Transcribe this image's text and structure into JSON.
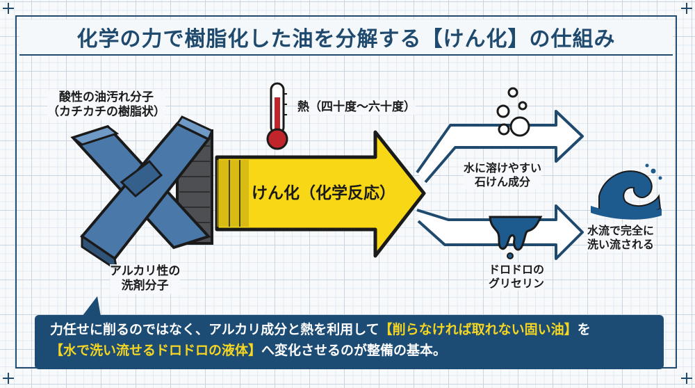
{
  "title": "化学の力で樹脂化した油を分解する【けん化】の仕組み",
  "labels": {
    "acidic_oil": [
      "酸性の油汚れ分子",
      "（カチカチの樹脂状）"
    ],
    "heat": "熱（四十度〜六十度）",
    "reaction": "けん化（化学反応）",
    "soap": [
      "水に溶けやすい",
      "石けん成分"
    ],
    "glycerin": [
      "ドロドロの",
      "グリセリン"
    ],
    "rinse": [
      "水流で完全に",
      "洗い流される"
    ],
    "alkali": [
      "アルカリ性の",
      "洗剤分子"
    ]
  },
  "summary": {
    "line1": {
      "part1": "力任せに削るのではなく、アルカリ成分と熱を利用して",
      "highlight": "【削らなければ取れない固い油】",
      "part2": "を"
    },
    "line2": {
      "highlight": "【水で洗い流せるドロドロの液体】",
      "part1": "へ変化させるのが整備の基本。"
    }
  },
  "colors": {
    "navy": "#1f4a6e",
    "arrow_yellow": "#f7d716",
    "molecule_blue": "#4a78a8",
    "thermometer_red": "#c0252b",
    "water_blue": "#1d5a8e"
  },
  "icons": [
    "x-molecule-icon",
    "thermometer-icon",
    "bubbles-icon",
    "drip-icon",
    "wave-icon"
  ]
}
